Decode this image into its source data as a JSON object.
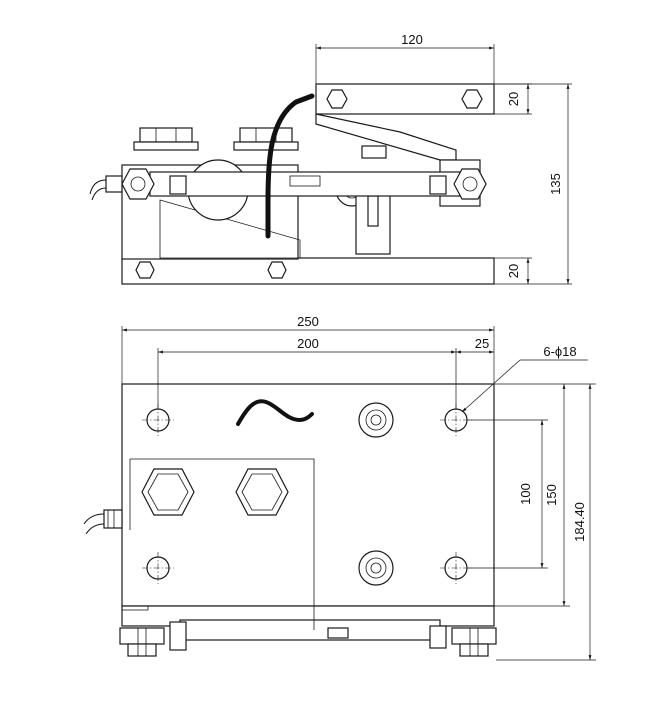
{
  "side_view": {
    "dim_top_width": "120",
    "dim_top_plate": "20",
    "dim_total_height": "135",
    "dim_base_plate": "20"
  },
  "plan_view": {
    "dim_overall_width": "250",
    "dim_hole_spacing_x": "200",
    "dim_edge_offset": "25",
    "hole_callout": "6-ϕ18",
    "dim_hole_spacing_y": "100",
    "dim_plate_depth": "150",
    "dim_overall_depth": "184.40"
  }
}
